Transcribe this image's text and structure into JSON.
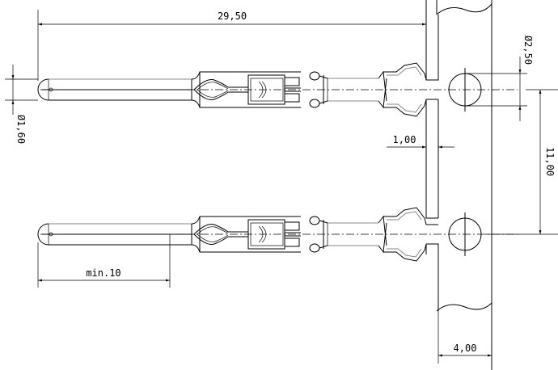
{
  "drawing": {
    "dimensions": {
      "overall_length": "29,50",
      "hole_diameter": "Ø2,50",
      "pin_diameter": "Ø1,60",
      "carrier_gap": "1,00",
      "pitch": "11,00",
      "min_length": "min.10",
      "carrier_width": "4,00"
    },
    "colors": {
      "line": "#000000",
      "hidden": "#888888"
    }
  }
}
